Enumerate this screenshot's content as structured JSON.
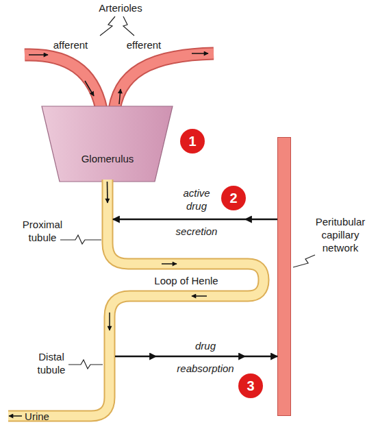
{
  "diagram": {
    "nodes": [
      {
        "text": [
          "Glomerulus"
        ]
      },
      {
        "text": [
          "1"
        ]
      },
      {
        "text": [
          "2"
        ]
      },
      {
        "text": [
          "Proximal tubule",
          "Loop of Henle",
          "Distal tubule"
        ]
      },
      {
        "text": [
          "Peritubular capillary network"
        ]
      },
      {
        "text": [
          "3"
        ]
      }
    ],
    "edges": [
      {
        "from": 0,
        "to": 3,
        "arrow": "to"
      },
      {
        "from": 4,
        "to": 3,
        "arrow": "to",
        "label": "secretion"
      },
      {
        "from": 3,
        "to": 4,
        "arrow": "to",
        "label": "reabsorption"
      }
    ],
    "labels": [
      "Arterioles",
      "afferent",
      "efferent",
      "active drug",
      "drug",
      "Urine"
    ]
  }
}
